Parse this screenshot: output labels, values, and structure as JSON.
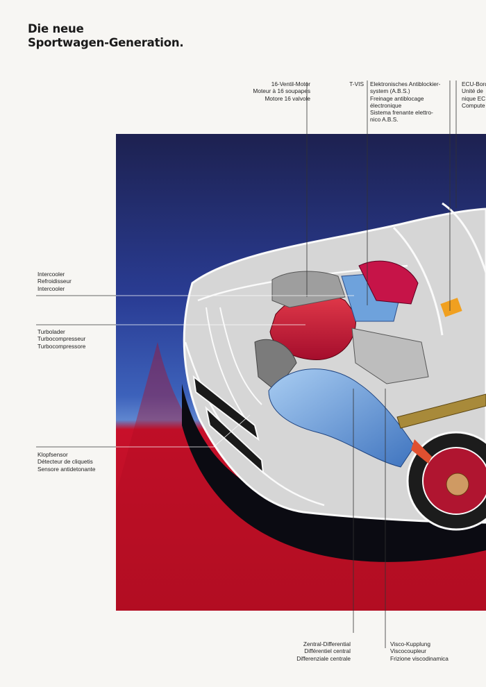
{
  "heading": {
    "line1": "Die neue",
    "line2": "Sportwagen-Generation."
  },
  "labels": {
    "engine": [
      "16-Ventil-Motor",
      "Moteur à 16 soupapes",
      "Motore 16 valvole"
    ],
    "tvis": [
      "T-VIS"
    ],
    "abs": [
      "Elektronisches Antiblockier-",
      "system (A.B.S.)",
      "Freinage antiblocage",
      "électronique",
      "Sistema frenante elettro-",
      "nico A.B.S."
    ],
    "ecu": [
      "ECU-Bord",
      "Unité de",
      "nique EC",
      "Compute"
    ],
    "intercooler": [
      "Intercooler",
      "Refroidisseur",
      "Intercooler"
    ],
    "turbo": [
      "Turbolader",
      "Turbocompresseur",
      "Turbocompressore"
    ],
    "knock": [
      "Klopfsensor",
      "Détecteur de cliquetis",
      "Sensore antidetonante"
    ],
    "center_diff": [
      "Zentral-Differential",
      "Différentiel central",
      "Differenziale centrale"
    ],
    "visco": [
      "Visco-Kupplung",
      "Viscocoupleur",
      "Frizione viscodinamica"
    ]
  },
  "colors": {
    "sky_top": "#1d2150",
    "sky_mid": "#2f4aa6",
    "sky_low": "#5f86cf",
    "ground": "#c8102a",
    "car_body": "#dadada",
    "engine_red": "#c4123a",
    "engine_blue": "#5c93d4",
    "ecu_orange": "#f0a020"
  }
}
